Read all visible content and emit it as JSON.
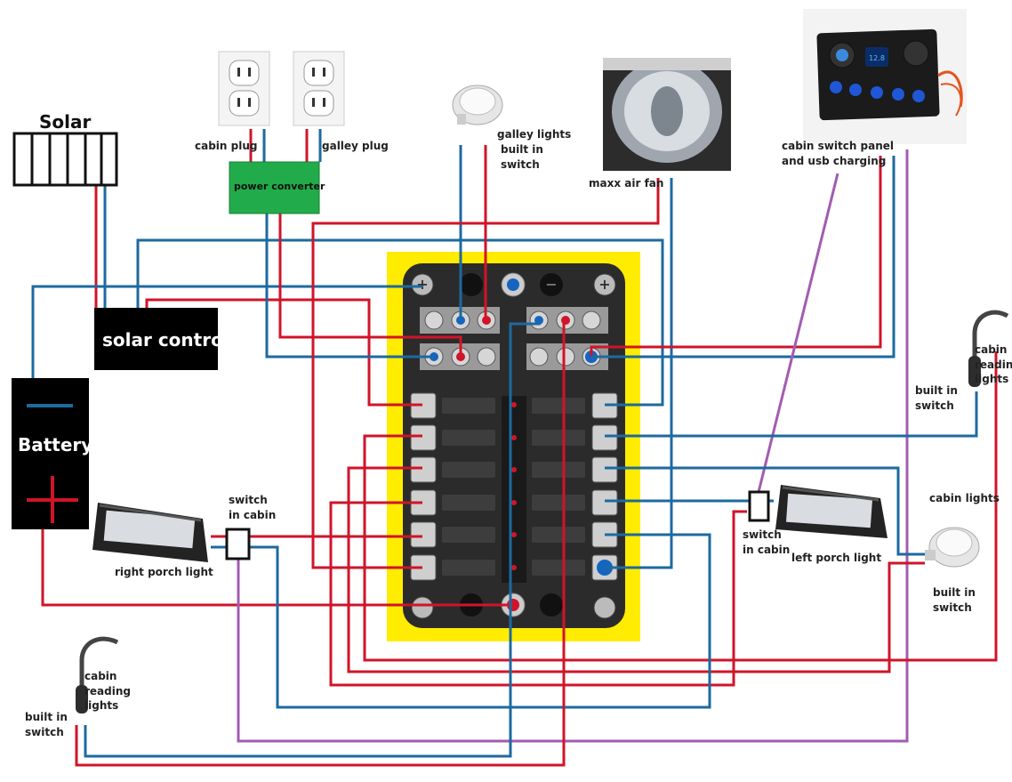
{
  "labels": {
    "solar": "Solar",
    "solar_control": "solar control",
    "battery": "Battery",
    "power_converter": "power converter",
    "cabin_plug": "cabin plug",
    "galley_plug": "galley plug",
    "galley_lights_1": "galley lights",
    "galley_lights_2": "built in",
    "galley_lights_3": "switch",
    "maxx_air_fan": "maxx air fan",
    "cabin_switch_panel_1": "cabin switch panel",
    "cabin_switch_panel_2": "and usb charging",
    "cabin_reading_right_1": "cabin",
    "cabin_reading_right_2": "reading",
    "cabin_reading_right_3": "lights",
    "built_in_switch_right_1": "built in",
    "built_in_switch_right_2": "switch",
    "cabin_lights": "cabin lights",
    "built_in_switch_cabin_1": "built in",
    "built_in_switch_cabin_2": "switch",
    "switch_in_cabin_left_1": "switch",
    "switch_in_cabin_left_2": "in cabin",
    "switch_in_cabin_right_1": "switch",
    "switch_in_cabin_right_2": "in cabin",
    "right_porch_light": "right porch light",
    "left_porch_light": "left porch light",
    "cabin_reading_left_1": "cabin",
    "cabin_reading_left_2": "reading",
    "cabin_reading_left_3": "lights",
    "built_in_switch_left_1": "built in",
    "built_in_switch_left_2": "switch",
    "usb_display": "12.8"
  },
  "colors": {
    "positive_wire": "#d0142a",
    "negative_wire": "#1c6aa0",
    "switched_wire": "#a25cb0",
    "fuse_block_background": "#ffec00",
    "converter": "#22ab4a"
  }
}
